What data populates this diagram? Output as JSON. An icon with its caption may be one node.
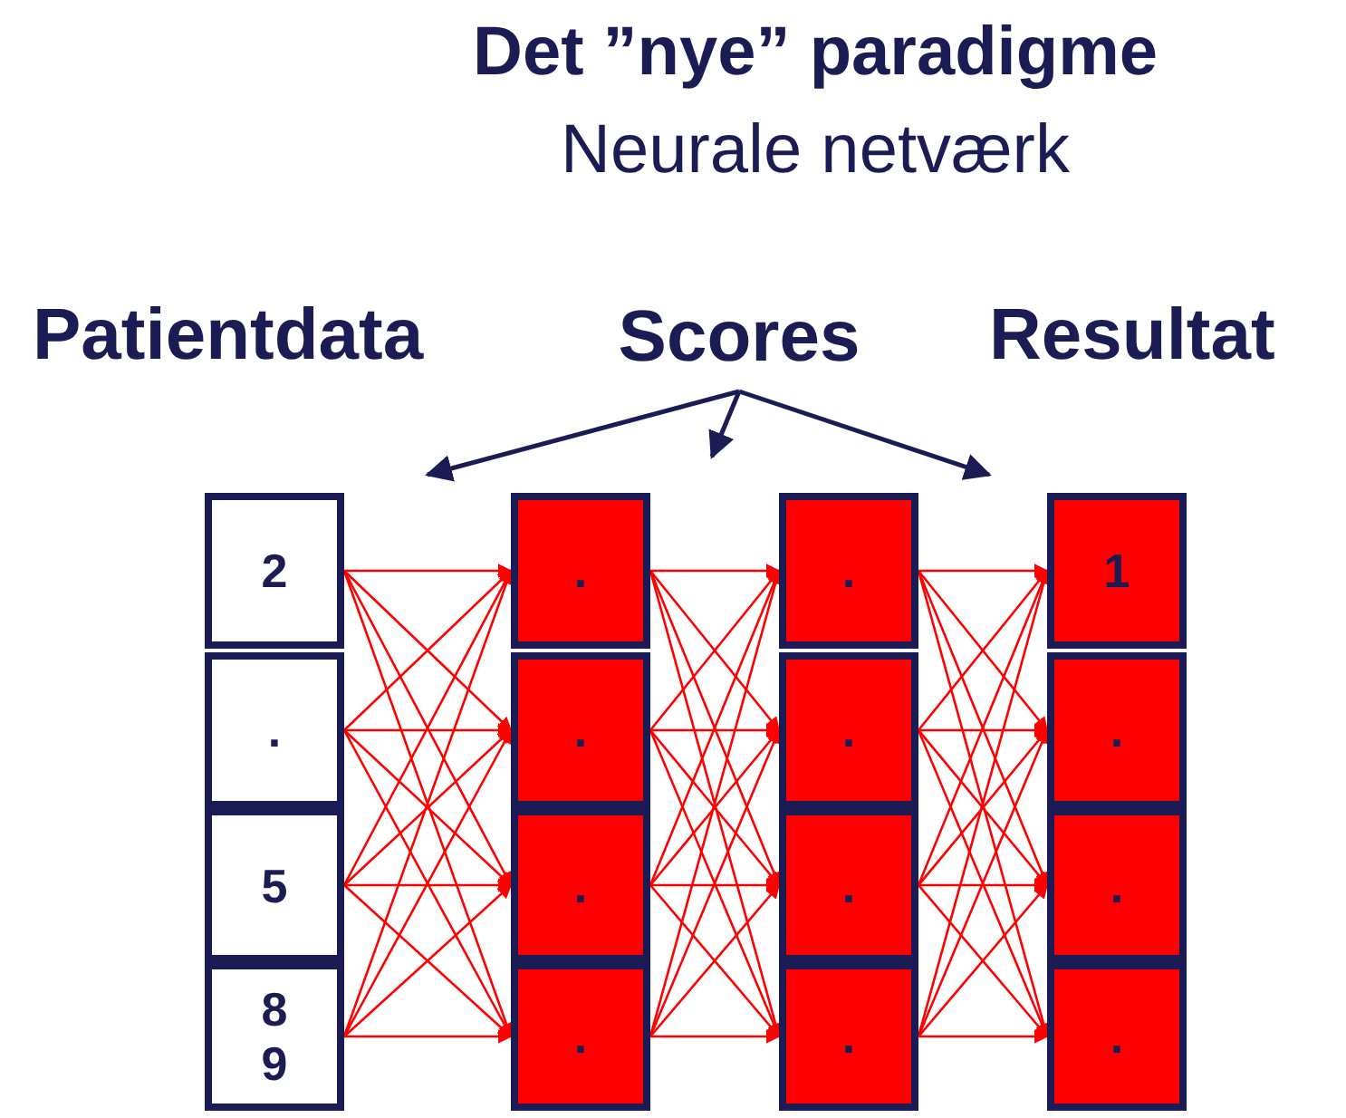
{
  "diagram": {
    "title": "Det ”nye” paradigme",
    "nodes": [
      {
        "text": [
          "Scores"
        ]
      },
      {
        "text": [
          "2"
        ]
      },
      {
        "text": [
          "."
        ]
      },
      {
        "text": [
          "5"
        ]
      },
      {
        "text": [
          "8 9"
        ]
      },
      {
        "text": [
          "."
        ]
      },
      {
        "text": [
          "."
        ]
      },
      {
        "text": [
          "."
        ]
      },
      {
        "text": [
          "."
        ]
      },
      {
        "text": [
          "."
        ]
      },
      {
        "text": [
          "."
        ]
      },
      {
        "text": [
          "."
        ]
      },
      {
        "text": [
          "."
        ]
      },
      {
        "text": [
          "1"
        ]
      },
      {
        "text": [
          "."
        ]
      },
      {
        "text": [
          "."
        ]
      },
      {
        "text": [
          "."
        ]
      }
    ],
    "edges": [
      {
        "from": 0,
        "to": null,
        "arrow": "to",
        "color": "#1c1c54"
      },
      {
        "from": 0,
        "to": null,
        "arrow": "to",
        "color": "#1c1c54"
      },
      {
        "from": 0,
        "to": null,
        "arrow": "to",
        "color": "#1c1c54"
      },
      {
        "from": 1,
        "to": 5,
        "arrow": "to"
      },
      {
        "from": 1,
        "to": 6,
        "arrow": "to"
      },
      {
        "from": 1,
        "to": 7,
        "arrow": "to"
      },
      {
        "from": 1,
        "to": 8,
        "arrow": "to"
      },
      {
        "from": 2,
        "to": 5,
        "arrow": "to"
      },
      {
        "from": 2,
        "to": 6,
        "arrow": "to"
      },
      {
        "from": 2,
        "to": 7,
        "arrow": "to"
      },
      {
        "from": 2,
        "to": 8,
        "arrow": "to"
      },
      {
        "from": 3,
        "to": 5,
        "arrow": "to"
      },
      {
        "from": 3,
        "to": 6,
        "arrow": "to"
      },
      {
        "from": 3,
        "to": 7,
        "arrow": "to"
      },
      {
        "from": 3,
        "to": 8,
        "arrow": "to"
      },
      {
        "from": 4,
        "to": 5,
        "arrow": "to"
      },
      {
        "from": 4,
        "to": 6,
        "arrow": "to"
      },
      {
        "from": 4,
        "to": 7,
        "arrow": "to"
      },
      {
        "from": 4,
        "to": 8,
        "arrow": "to"
      },
      {
        "from": 5,
        "to": 9,
        "arrow": "to"
      },
      {
        "from": 5,
        "to": 10,
        "arrow": "to"
      },
      {
        "from": 5,
        "to": 11,
        "arrow": "to"
      },
      {
        "from": 5,
        "to": 12,
        "arrow": "to"
      },
      {
        "from": 6,
        "to": 9,
        "arrow": "to"
      },
      {
        "from": 6,
        "to": 10,
        "arrow": "to"
      },
      {
        "from": 6,
        "to": 11,
        "arrow": "to"
      },
      {
        "from": 6,
        "to": 12,
        "arrow": "to"
      },
      {
        "from": 7,
        "to": 9,
        "arrow": "to"
      },
      {
        "from": 7,
        "to": 10,
        "arrow": "to"
      },
      {
        "from": 7,
        "to": 11,
        "arrow": "to"
      },
      {
        "from": 7,
        "to": 12,
        "arrow": "to"
      },
      {
        "from": 8,
        "to": 9,
        "arrow": "to"
      },
      {
        "from": 8,
        "to": 10,
        "arrow": "to"
      },
      {
        "from": 8,
        "to": 11,
        "arrow": "to"
      },
      {
        "from": 8,
        "to": 12,
        "arrow": "to"
      },
      {
        "from": 9,
        "to": 13,
        "arrow": "to"
      },
      {
        "from": 9,
        "to": 14,
        "arrow": "to"
      },
      {
        "from": 9,
        "to": 15,
        "arrow": "to"
      },
      {
        "from": 9,
        "to": 16,
        "arrow": "to"
      },
      {
        "from": 10,
        "to": 13,
        "arrow": "to"
      },
      {
        "from": 10,
        "to": 14,
        "arrow": "to"
      },
      {
        "from": 10,
        "to": 15,
        "arrow": "to"
      },
      {
        "from": 10,
        "to": 16,
        "arrow": "to"
      },
      {
        "from": 11,
        "to": 13,
        "arrow": "to"
      },
      {
        "from": 11,
        "to": 14,
        "arrow": "to"
      },
      {
        "from": 11,
        "to": 15,
        "arrow": "to"
      },
      {
        "from": 11,
        "to": 16,
        "arrow": "to"
      },
      {
        "from": 12,
        "to": 13,
        "arrow": "to"
      },
      {
        "from": 12,
        "to": 14,
        "arrow": "to"
      },
      {
        "from": 12,
        "to": 15,
        "arrow": "to"
      },
      {
        "from": 12,
        "to": 16,
        "arrow": "to"
      }
    ],
    "labels": [
      "Neurale netværk",
      "Patientdata",
      "Resultat"
    ]
  }
}
